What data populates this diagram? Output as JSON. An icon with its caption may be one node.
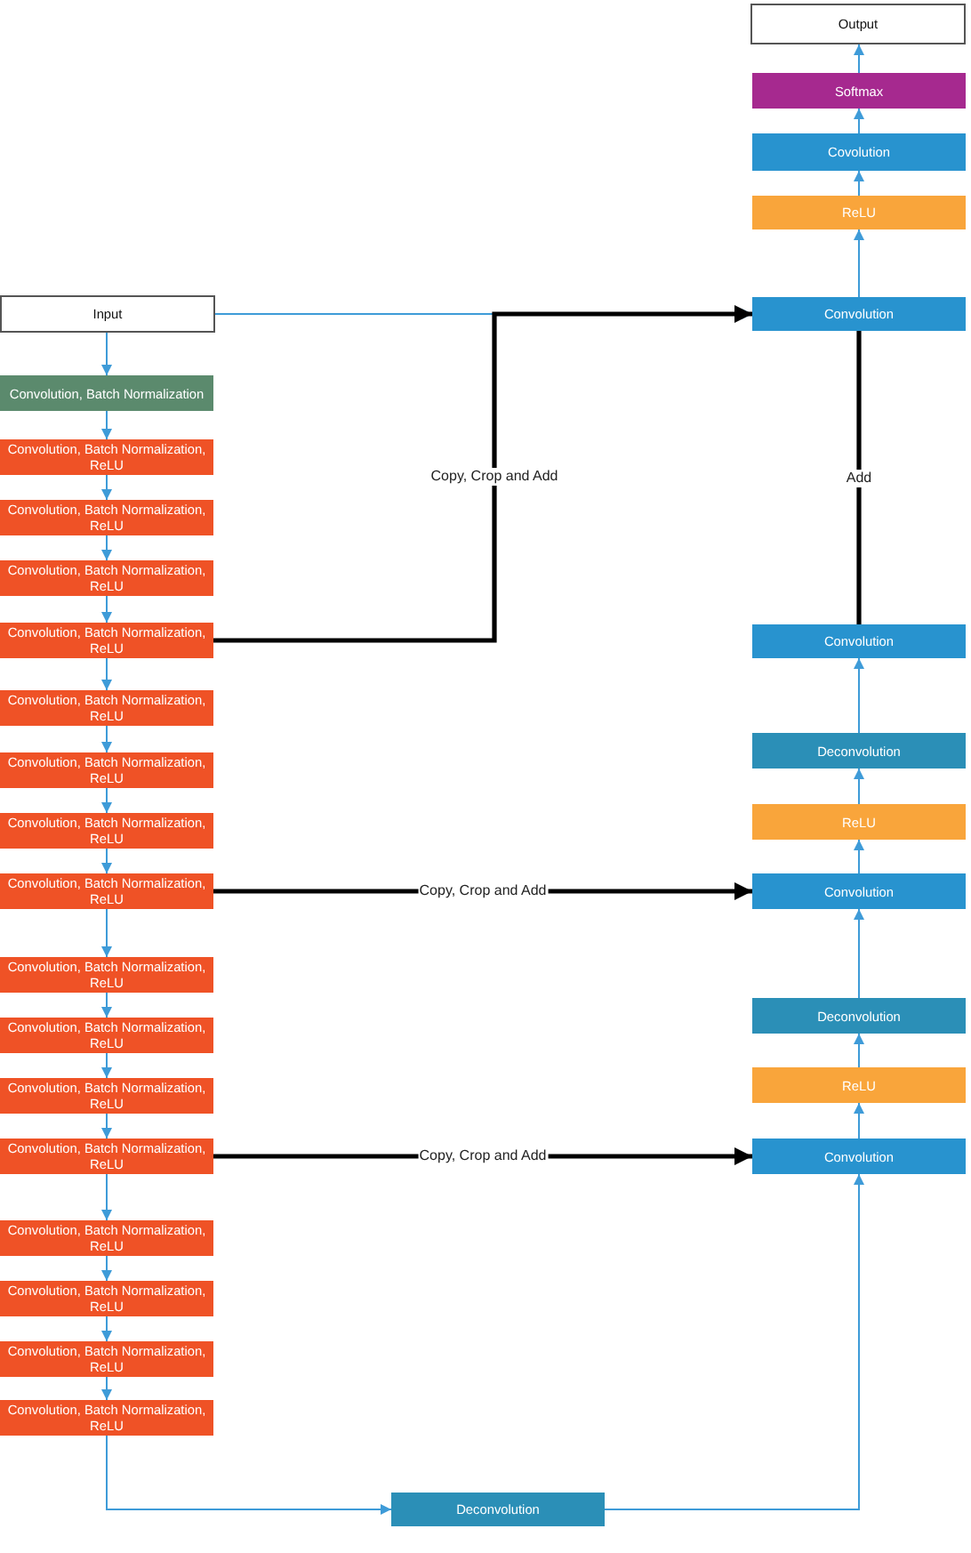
{
  "diagram": {
    "nodes": [
      {
        "text": [
          "Output"
        ]
      },
      {
        "text": [
          "Softmax"
        ]
      },
      {
        "text": [
          "Covolution"
        ]
      },
      {
        "text": [
          "ReLU"
        ]
      },
      {
        "text": [
          "Input"
        ]
      },
      {
        "text": [
          "Convolution"
        ]
      },
      {
        "text": [
          "Convolution, Batch Normalization"
        ]
      },
      {
        "text": [
          "Convolution, Batch Normalization, ReLU"
        ]
      },
      {
        "text": [
          "Convolution, Batch Normalization, ReLU"
        ]
      },
      {
        "text": [
          "Convolution, Batch Normalization, ReLU"
        ]
      },
      {
        "text": [
          "Convolution, Batch Normalization, ReLU"
        ]
      },
      {
        "text": [
          "Convolution"
        ]
      },
      {
        "text": [
          "Convolution, Batch Normalization, ReLU"
        ]
      },
      {
        "text": [
          "Deconvolution"
        ]
      },
      {
        "text": [
          "Convolution, Batch Normalization, ReLU"
        ]
      },
      {
        "text": [
          "ReLU"
        ]
      },
      {
        "text": [
          "Convolution, Batch Normalization, ReLU"
        ]
      },
      {
        "text": [
          "Convolution, Batch Normalization, ReLU"
        ]
      },
      {
        "text": [
          "Convolution"
        ]
      },
      {
        "text": [
          "Convolution, Batch Normalization, ReLU"
        ]
      },
      {
        "text": [
          "Deconvolution"
        ]
      },
      {
        "text": [
          "Convolution, Batch Normalization, ReLU"
        ]
      },
      {
        "text": [
          "ReLU"
        ]
      },
      {
        "text": [
          "Convolution, Batch Normalization, ReLU"
        ]
      },
      {
        "text": [
          "Convolution, Batch Normalization, ReLU"
        ]
      },
      {
        "text": [
          "Convolution"
        ]
      },
      {
        "text": [
          "Convolution, Batch Normalization, ReLU"
        ]
      },
      {
        "text": [
          "Convolution, Batch Normalization, ReLU"
        ]
      },
      {
        "text": [
          "Convolution, Batch Normalization, ReLU"
        ]
      },
      {
        "text": [
          "Convolution, Batch Normalization, ReLU"
        ]
      },
      {
        "text": [
          "Deconvolution"
        ]
      }
    ],
    "edges": [
      {
        "from": 4,
        "to": 6,
        "arrow": "to"
      },
      {
        "from": 6,
        "to": 7,
        "arrow": "to"
      },
      {
        "from": 7,
        "to": 8,
        "arrow": "to"
      },
      {
        "from": 8,
        "to": 9,
        "arrow": "to"
      },
      {
        "from": 9,
        "to": 10,
        "arrow": "to"
      },
      {
        "from": 10,
        "to": 12,
        "arrow": "to"
      },
      {
        "from": 12,
        "to": 14,
        "arrow": "to"
      },
      {
        "from": 14,
        "to": 16,
        "arrow": "to"
      },
      {
        "from": 16,
        "to": 17,
        "arrow": "to"
      },
      {
        "from": 17,
        "to": 19,
        "arrow": "to"
      },
      {
        "from": 19,
        "to": 21,
        "arrow": "to"
      },
      {
        "from": 21,
        "to": 23,
        "arrow": "to"
      },
      {
        "from": 23,
        "to": 24,
        "arrow": "to"
      },
      {
        "from": 24,
        "to": 26,
        "arrow": "to"
      },
      {
        "from": 26,
        "to": 27,
        "arrow": "to"
      },
      {
        "from": 27,
        "to": 28,
        "arrow": "to"
      },
      {
        "from": 28,
        "to": 29,
        "arrow": "to"
      },
      {
        "from": 29,
        "to": 30,
        "arrow": "to"
      },
      {
        "from": 30,
        "to": 25,
        "arrow": "to"
      },
      {
        "from": 25,
        "to": 22,
        "arrow": "to"
      },
      {
        "from": 22,
        "to": 20,
        "arrow": "to"
      },
      {
        "from": 20,
        "to": 18,
        "arrow": "to"
      },
      {
        "from": 18,
        "to": 15,
        "arrow": "to"
      },
      {
        "from": 15,
        "to": 13,
        "arrow": "to"
      },
      {
        "from": 13,
        "to": 11,
        "arrow": "to"
      },
      {
        "from": 11,
        "to": 5,
        "arrow": "none",
        "label": "Add",
        "style": "thick",
        "color": "#000000"
      },
      {
        "from": 5,
        "to": 3,
        "arrow": "to"
      },
      {
        "from": 3,
        "to": 2,
        "arrow": "to"
      },
      {
        "from": 2,
        "to": 1,
        "arrow": "to"
      },
      {
        "from": 1,
        "to": 0,
        "arrow": "to"
      },
      {
        "from": 4,
        "to": 5,
        "arrow": "to"
      },
      {
        "from": 10,
        "to": 5,
        "arrow": "to",
        "label": "Copy, Crop and Add",
        "style": "thick",
        "color": "#000000"
      },
      {
        "from": 17,
        "to": 18,
        "arrow": "to",
        "label": "Copy, Crop and Add",
        "style": "thick",
        "color": "#000000"
      },
      {
        "from": 24,
        "to": 25,
        "arrow": "to",
        "label": "Copy, Crop and Add",
        "style": "thick",
        "color": "#000000"
      }
    ]
  }
}
